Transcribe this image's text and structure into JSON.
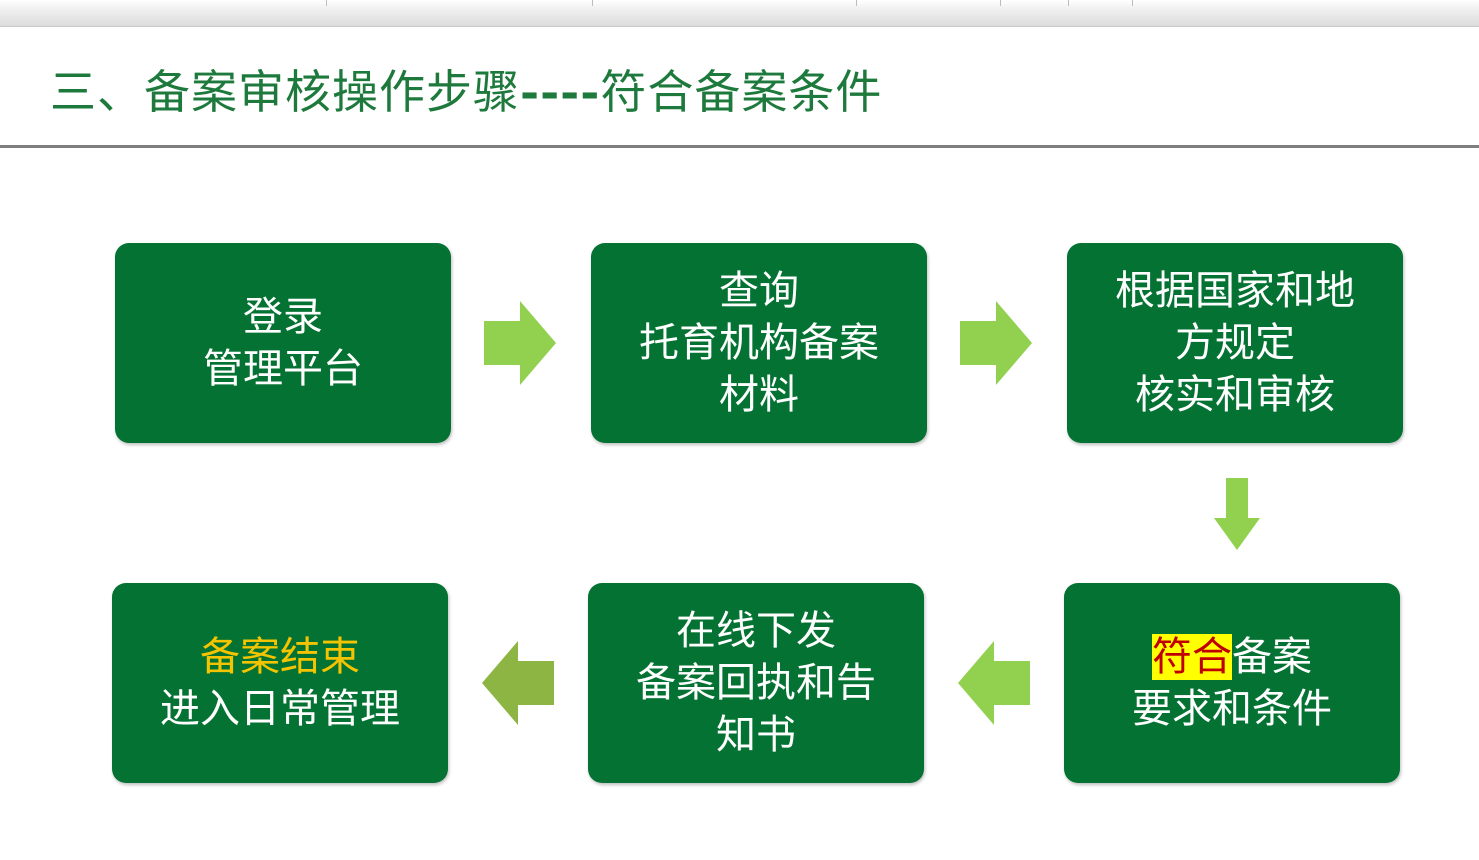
{
  "title": {
    "prefix": "三、备案审核操作步骤",
    "dashes": "----",
    "suffix": "符合备案条件"
  },
  "steps": {
    "login": {
      "line1": "登录",
      "line2": "管理平台"
    },
    "query": {
      "line1": "查询",
      "line2": "托育机构备案",
      "line3": "材料"
    },
    "verify": {
      "line1": "根据国家和地",
      "line2": "方规定",
      "line3": "核实和审核"
    },
    "meets": {
      "highlight": "符合",
      "rest": "备案",
      "line2": "要求和条件"
    },
    "issue": {
      "line1": "在线下发",
      "line2": "备案回执和告",
      "line3": "知书"
    },
    "end": {
      "line1": "备案结束",
      "line2": "进入日常管理"
    }
  },
  "colors": {
    "box": "#047232",
    "arrow": "#92d050",
    "arrow_last": "#8db543",
    "title": "#1e7a3c",
    "highlight_bg": "#ffff00",
    "highlight_text": "#c00000",
    "end_text": "#f5c400"
  }
}
